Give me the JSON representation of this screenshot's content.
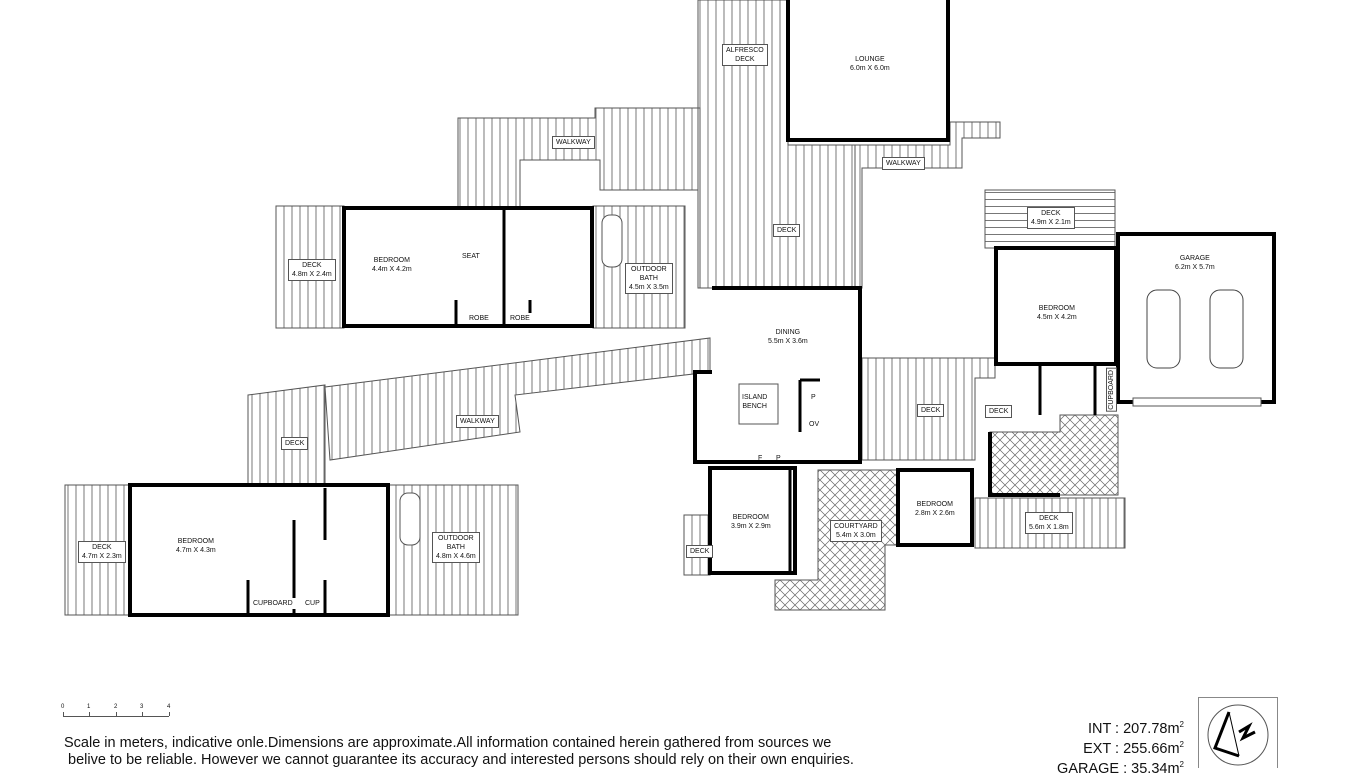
{
  "rooms": {
    "lounge": {
      "name": "LOUNGE",
      "size": "6.0m X 6.0m"
    },
    "alfresco_deck": {
      "name": "ALFRESCO\nDECK"
    },
    "walkway_top": {
      "name": "WALKWAY"
    },
    "walkway_right": {
      "name": "WALKWAY"
    },
    "walkway_mid": {
      "name": "WALKWAY"
    },
    "deck_center": {
      "name": "DECK"
    },
    "bedroom_upper_left": {
      "name": "BEDROOM",
      "size": "4.4m X 4.2m"
    },
    "deck_upper_left": {
      "name": "DECK",
      "size": "4.8m X 2.4m"
    },
    "seat": {
      "name": "SEAT"
    },
    "robe_1": {
      "name": "ROBE"
    },
    "robe_2": {
      "name": "ROBE"
    },
    "outdoor_bath_upper": {
      "name": "OUTDOOR\nBATH",
      "size": "4.5m X 3.5m"
    },
    "dining": {
      "name": "DINING",
      "size": "5.5m X 3.6m"
    },
    "island_bench": {
      "name": "ISLAND\nBENCH"
    },
    "pantry_1": {
      "name": "P"
    },
    "oven": {
      "name": "OV"
    },
    "fridge": {
      "name": "F"
    },
    "pantry_2": {
      "name": "P"
    },
    "deck_lower_left_small": {
      "name": "DECK"
    },
    "bedroom_lower_left": {
      "name": "BEDROOM",
      "size": "4.7m X 4.3m"
    },
    "deck_lower_left": {
      "name": "DECK",
      "size": "4.7m X 2.3m"
    },
    "cupboard_lower": {
      "name": "CUPBOARD"
    },
    "cup": {
      "name": "CUP"
    },
    "outdoor_bath_lower": {
      "name": "OUTDOOR\nBATH",
      "size": "4.8m X 4.6m"
    },
    "bedroom_center": {
      "name": "BEDROOM",
      "size": "3.9m X 2.9m"
    },
    "deck_small_center": {
      "name": "DECK"
    },
    "courtyard": {
      "name": "COURTYARD",
      "size": "5.4m X 3.0m"
    },
    "bedroom_small": {
      "name": "BEDROOM",
      "size": "2.8m X 2.6m"
    },
    "deck_right_1": {
      "name": "DECK"
    },
    "deck_right_2": {
      "name": "DECK"
    },
    "deck_lower_right": {
      "name": "DECK",
      "size": "5.6m X 1.8m"
    },
    "deck_upper_right": {
      "name": "DECK",
      "size": "4.9m X 2.1m"
    },
    "bedroom_right": {
      "name": "BEDROOM",
      "size": "4.5m X 4.2m"
    },
    "cupboard_right": {
      "name": "CUPBOARD"
    },
    "garage": {
      "name": "GARAGE",
      "size": "6.2m X 5.7m"
    }
  },
  "scale": {
    "ticks": [
      "0",
      "1",
      "2",
      "3",
      "4"
    ],
    "unit": "meters"
  },
  "disclaimer": {
    "line1": "Scale in meters, indicative onle.Dimensions are approximate.All information contained herein gathered from sources we",
    "line2": " belive to be reliable. However we cannot guarantee its accuracy and interested persons should rely on their own enquiries."
  },
  "areas": {
    "int_label": "INT : 207.78m",
    "int_value": "207.78",
    "ext_label": "EXT : 255.66m",
    "ext_value": "255.66",
    "garage_label": "GARAGE : 35.34m",
    "garage_value": "35.34",
    "sup": "2"
  },
  "compass": {
    "icon": "north-arrow-icon"
  },
  "colors": {
    "wall": "#000000",
    "line": "#555555",
    "background": "#ffffff"
  }
}
